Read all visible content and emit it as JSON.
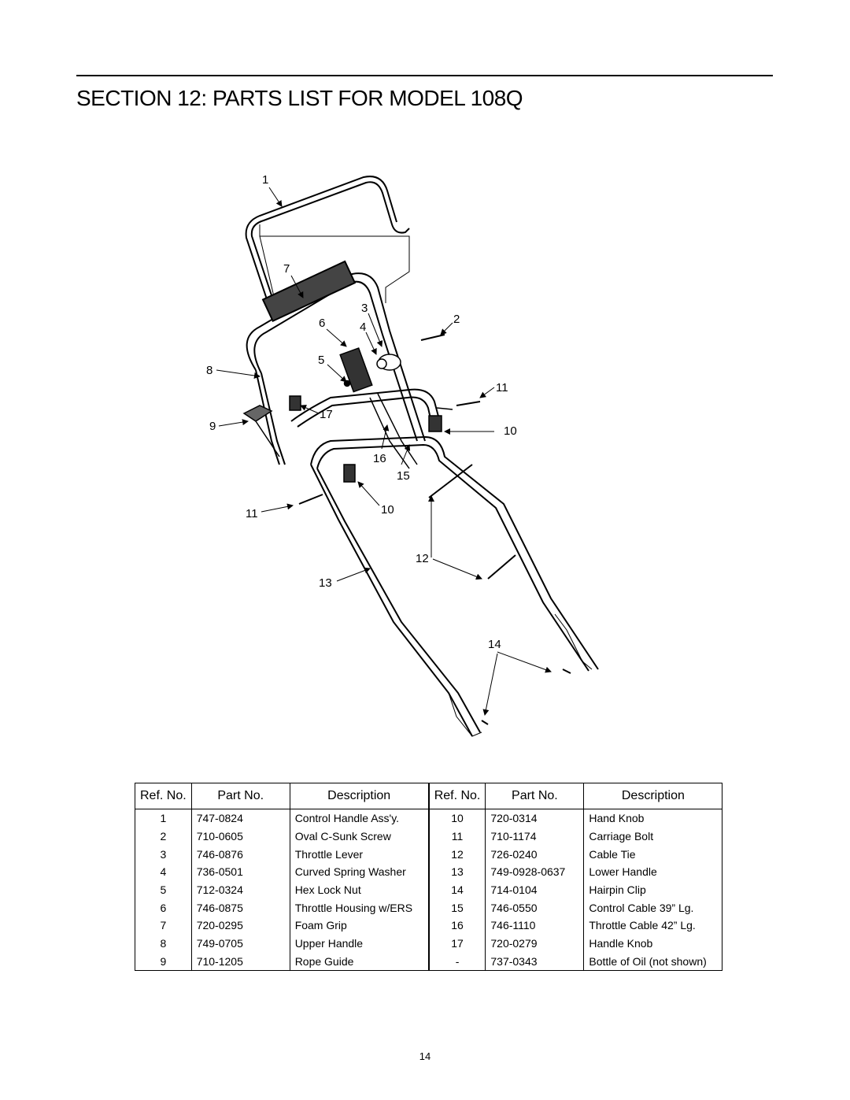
{
  "header": {
    "title": "SECTION 12:  PARTS LIST FOR MODEL 108Q"
  },
  "diagram": {
    "callouts": [
      "1",
      "7",
      "6",
      "3",
      "4",
      "2",
      "8",
      "5",
      "11",
      "9",
      "17",
      "10",
      "16",
      "15",
      "11",
      "10",
      "12",
      "13",
      "14"
    ]
  },
  "parts_table": {
    "headers": [
      "Ref. No.",
      "Part No.",
      "Description",
      "Ref. No.",
      "Part No.",
      "Description"
    ],
    "left": [
      {
        "ref": "1",
        "part": "747-0824",
        "desc": "Control Handle Ass'y."
      },
      {
        "ref": "2",
        "part": "710-0605",
        "desc": "Oval C-Sunk Screw"
      },
      {
        "ref": "3",
        "part": "746-0876",
        "desc": "Throttle Lever"
      },
      {
        "ref": "4",
        "part": "736-0501",
        "desc": "Curved Spring Washer"
      },
      {
        "ref": "5",
        "part": "712-0324",
        "desc": "Hex Lock Nut"
      },
      {
        "ref": "6",
        "part": "746-0875",
        "desc": "Throttle Housing w/ERS"
      },
      {
        "ref": "7",
        "part": "720-0295",
        "desc": "Foam Grip"
      },
      {
        "ref": "8",
        "part": "749-0705",
        "desc": "Upper Handle"
      },
      {
        "ref": "9",
        "part": "710-1205",
        "desc": "Rope Guide"
      }
    ],
    "right": [
      {
        "ref": "10",
        "part": "720-0314",
        "desc": "Hand Knob"
      },
      {
        "ref": "11",
        "part": "710-1174",
        "desc": "Carriage Bolt"
      },
      {
        "ref": "12",
        "part": "726-0240",
        "desc": "Cable Tie"
      },
      {
        "ref": "13",
        "part": "749-0928-0637",
        "desc": "Lower Handle"
      },
      {
        "ref": "14",
        "part": "714-0104",
        "desc": "Hairpin Clip"
      },
      {
        "ref": "15",
        "part": "746-0550",
        "desc": "Control Cable 39” Lg."
      },
      {
        "ref": "16",
        "part": "746-1110",
        "desc": "Throttle Cable 42” Lg."
      },
      {
        "ref": "17",
        "part": "720-0279",
        "desc": "Handle Knob"
      },
      {
        "ref": "-",
        "part": "737-0343",
        "desc": "Bottle of Oil (not shown)"
      }
    ]
  },
  "footer": {
    "page_number": "14"
  }
}
